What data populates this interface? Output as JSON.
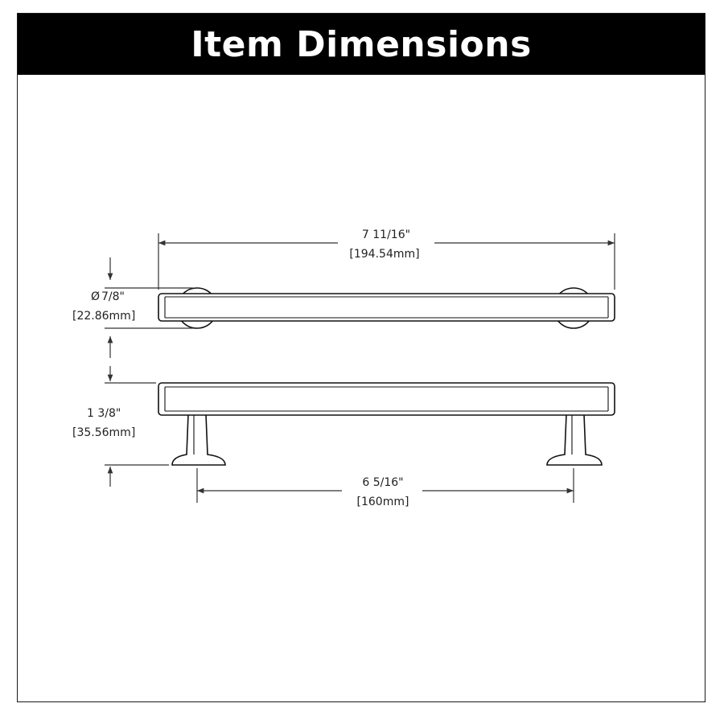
{
  "title": "Item Dimensions",
  "dimensions": {
    "overall_length": {
      "imperial": "7 11/16\"",
      "metric": "[194.54mm]"
    },
    "diameter": {
      "imperial": "7/8\"",
      "metric": "[22.86mm]",
      "symbol": "Ø"
    },
    "projection": {
      "imperial": "1 3/8\"",
      "metric": "[35.56mm]"
    },
    "center_to_center": {
      "imperial": "6 5/16\"",
      "metric": "[160mm]"
    }
  },
  "colors": {
    "title_bg": "#000000",
    "title_fg": "#ffffff",
    "line": "#333333"
  }
}
